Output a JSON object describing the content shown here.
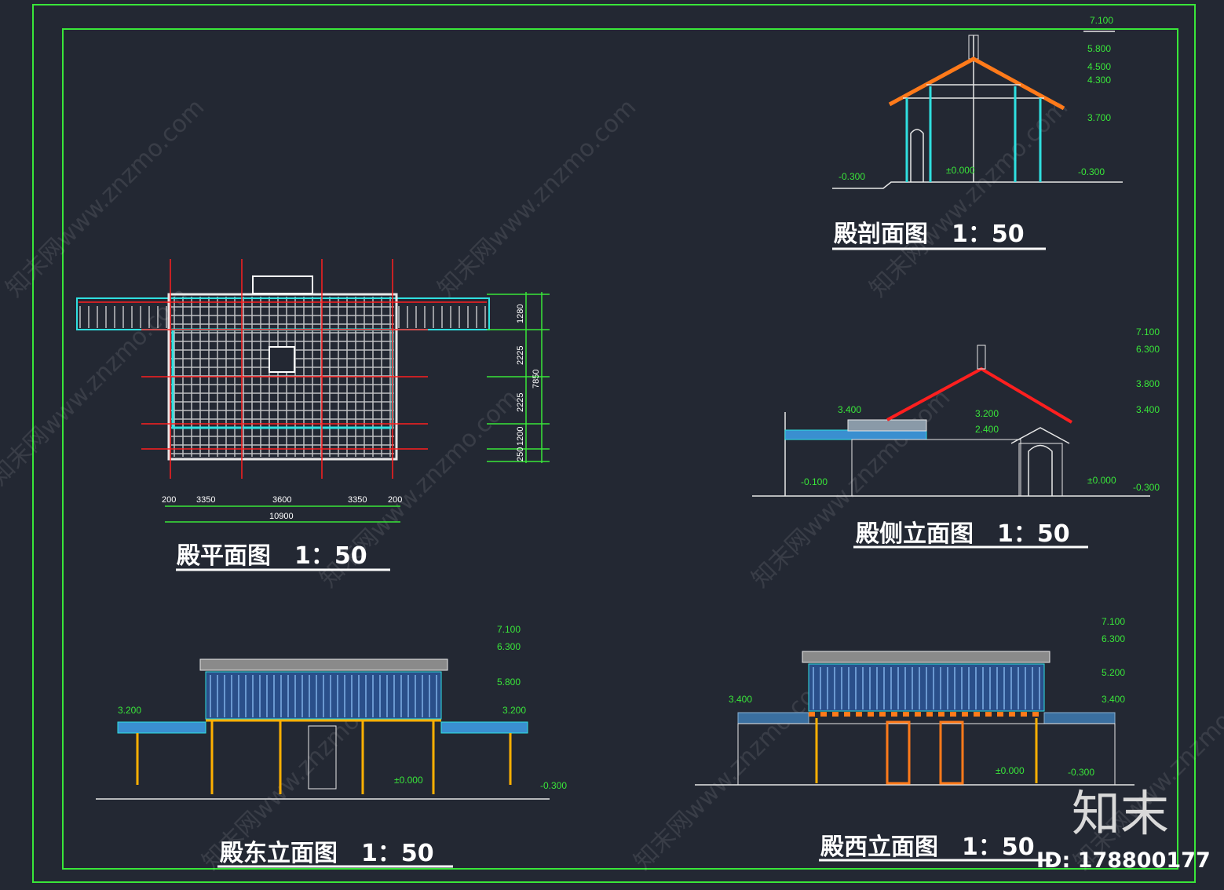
{
  "drawing": {
    "background_color": "#232833",
    "frame_color": "#39e639",
    "section": {
      "title": "殿剖面图",
      "scale": "1：50",
      "levels_right": [
        "7.100",
        "5.800",
        "4.500",
        "4.300",
        "3.700"
      ],
      "level_left": "-0.300",
      "level_center": "±0.000",
      "level_right_ground": "-0.300"
    },
    "plan": {
      "title": "殿平面图",
      "scale": "1：50",
      "dims_bottom": [
        "200",
        "3350",
        "3600",
        "3350",
        "200"
      ],
      "dim_total_bottom": "10900",
      "dims_right": [
        "1280",
        "2225",
        "2225",
        "1200",
        "250"
      ],
      "dim_total_right": "7850"
    },
    "side_elevation": {
      "title": "殿侧立面图",
      "scale": "1：50",
      "level_wall": "3.400",
      "level_porch_top": "3.200",
      "level_porch_eave": "2.400",
      "level_left_ground": "-0.100",
      "level_floor": "±0.000",
      "level_right_ground": "-0.300",
      "levels_right": [
        "7.100",
        "6.300",
        "3.800",
        "3.400"
      ]
    },
    "east_elevation": {
      "title": "殿东立面图",
      "scale": "1：50",
      "level_left": "3.200",
      "level_right": "3.200",
      "level_floor": "±0.000",
      "level_ground": "-0.300",
      "levels_right": [
        "7.100",
        "6.300",
        "5.800"
      ]
    },
    "west_elevation": {
      "title": "殿西立面图",
      "scale": "1：50",
      "level_left": "3.400",
      "level_right": "3.400",
      "level_floor": "±0.000",
      "level_ground": "-0.300",
      "levels_right": [
        "7.100",
        "6.300",
        "5.200"
      ]
    },
    "watermark": "知末网www.znzmo.com",
    "logo": "知末",
    "id_label": "ID: 178800177"
  }
}
